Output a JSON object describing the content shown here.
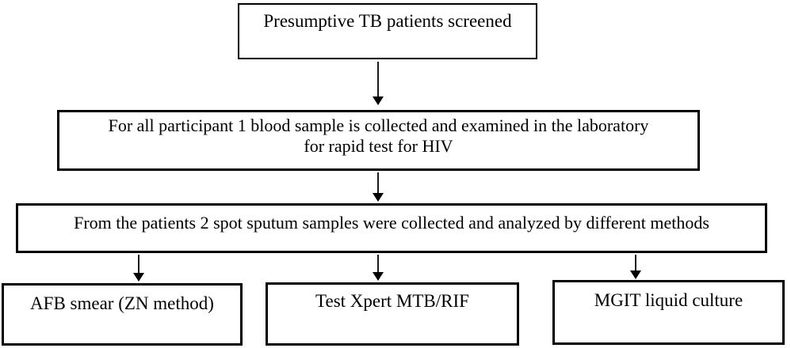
{
  "flowchart": {
    "nodes": {
      "screening": {
        "label": "Presumptive TB patients screened"
      },
      "blood": {
        "lines": [
          "For all participant 1 blood sample is collected and examined in the laboratory",
          "for rapid test for HIV"
        ]
      },
      "sputum": {
        "label": "From the patients 2 spot sputum samples were collected and analyzed by different methods"
      },
      "afb": {
        "label": "AFB smear (ZN method)"
      },
      "xpert": {
        "label": "Test Xpert MTB/RIF"
      },
      "mgit": {
        "label": "MGIT liquid culture"
      }
    },
    "colors": {
      "border": "#000000",
      "text": "#000000",
      "background": "#ffffff",
      "arrow": "#000000"
    }
  }
}
